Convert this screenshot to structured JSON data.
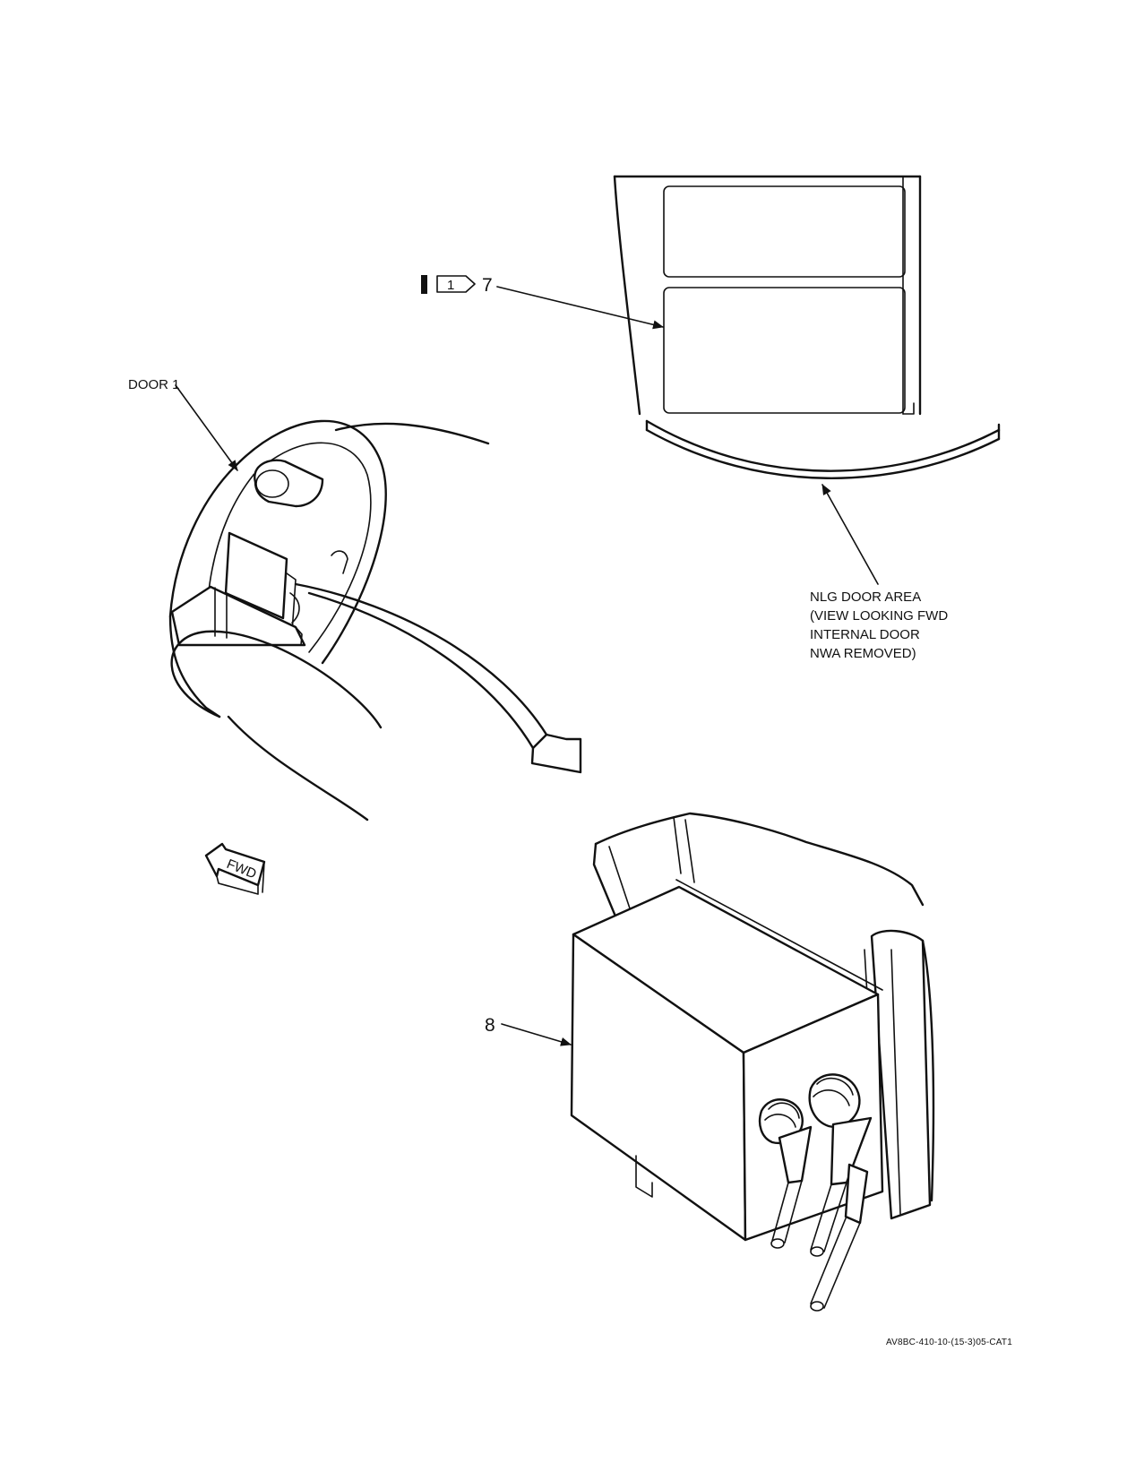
{
  "callouts": {
    "door": "DOOR 1",
    "item7": "7",
    "item8": "8",
    "note_flag": "1",
    "fwd": "FWD"
  },
  "nlg_label": [
    "NLG DOOR AREA",
    "(VIEW LOOKING FWD",
    "INTERNAL DOOR",
    "NWA REMOVED)"
  ],
  "figure_id": "AV8BC-410-10-(15-3)05-CAT1",
  "colors": {
    "line": "#111111",
    "background": "#ffffff"
  }
}
